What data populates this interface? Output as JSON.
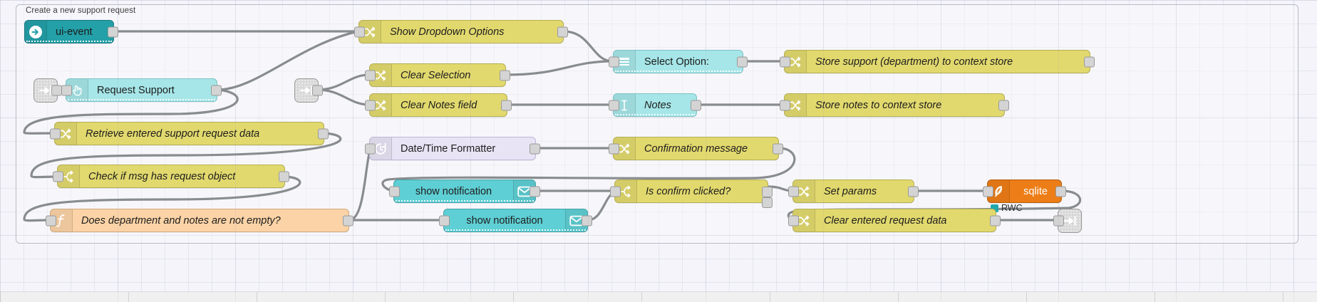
{
  "editor": {
    "group_label": "Create a new support request",
    "canvas_background": "#f4f4fa",
    "wire_color": "#888c8e"
  },
  "palette_colors": {
    "change": "#e2d96e",
    "switch": "#e2d96e",
    "function": "#fbd3a6",
    "dashboard_ui": "#5ecfd4",
    "dashboard_ui_light": "#a6e6e8",
    "ui_event": "#24a0a8",
    "date_formatter": "#e8e4f5",
    "sqlite": "#ed7d16"
  },
  "nodes": [
    {
      "id": "ui-event",
      "label": "ui-event",
      "icon": "arrow-right-circle-icon",
      "type": "ui_event"
    },
    {
      "id": "show-dropdown",
      "label": "Show Dropdown Options",
      "icon": "change-icon",
      "type": "change"
    },
    {
      "id": "select-option",
      "label": "Select Option:",
      "icon": "dropdown-list-icon",
      "type": "dashboard_ui_light"
    },
    {
      "id": "store-support",
      "label": "Store support (department) to context store",
      "icon": "change-icon",
      "type": "change"
    },
    {
      "id": "link-in-1",
      "label": "",
      "icon": "link-in-icon",
      "type": "link"
    },
    {
      "id": "request-support",
      "label": "Request Support",
      "icon": "button-click-icon",
      "type": "dashboard_ui_light"
    },
    {
      "id": "link-in-2",
      "label": "",
      "icon": "link-in-icon",
      "type": "link"
    },
    {
      "id": "clear-selection",
      "label": "Clear Selection",
      "icon": "change-icon",
      "type": "change"
    },
    {
      "id": "clear-notes",
      "label": "Clear Notes field",
      "icon": "change-icon",
      "type": "change"
    },
    {
      "id": "notes",
      "label": "Notes",
      "icon": "text-input-icon",
      "type": "dashboard_ui_light"
    },
    {
      "id": "store-notes",
      "label": "Store notes to context store",
      "icon": "change-icon",
      "type": "change"
    },
    {
      "id": "retrieve-data",
      "label": "Retrieve entered support request data",
      "icon": "change-icon",
      "type": "change"
    },
    {
      "id": "date-formatter",
      "label": "Date/Time Formatter",
      "icon": "clock-icon",
      "type": "date_formatter"
    },
    {
      "id": "confirmation-msg",
      "label": "Confirmation message",
      "icon": "change-icon",
      "type": "change"
    },
    {
      "id": "check-msg",
      "label": "Check if msg has request object",
      "icon": "switch-icon",
      "type": "switch"
    },
    {
      "id": "show-notif-1",
      "label": "show notification",
      "icon": "envelope-icon",
      "type": "dashboard_ui"
    },
    {
      "id": "is-confirm",
      "label": "Is confirm clicked?",
      "icon": "switch-icon",
      "type": "switch"
    },
    {
      "id": "set-params",
      "label": "Set params",
      "icon": "change-icon",
      "type": "change"
    },
    {
      "id": "sqlite",
      "label": "sqlite",
      "icon": "feather-icon",
      "type": "sqlite"
    },
    {
      "id": "dept-notes-fn",
      "label": "Does department and notes are not empty?",
      "icon": "function-icon",
      "type": "function"
    },
    {
      "id": "show-notif-2",
      "label": "show notification",
      "icon": "envelope-icon",
      "type": "dashboard_ui"
    },
    {
      "id": "clear-request",
      "label": "Clear entered request data",
      "icon": "change-icon",
      "type": "change"
    },
    {
      "id": "link-out-1",
      "label": "",
      "icon": "link-out-icon",
      "type": "link"
    }
  ],
  "status": {
    "sqlite_status_text": "RWC",
    "sqlite_status_color": "#21a8ae"
  }
}
